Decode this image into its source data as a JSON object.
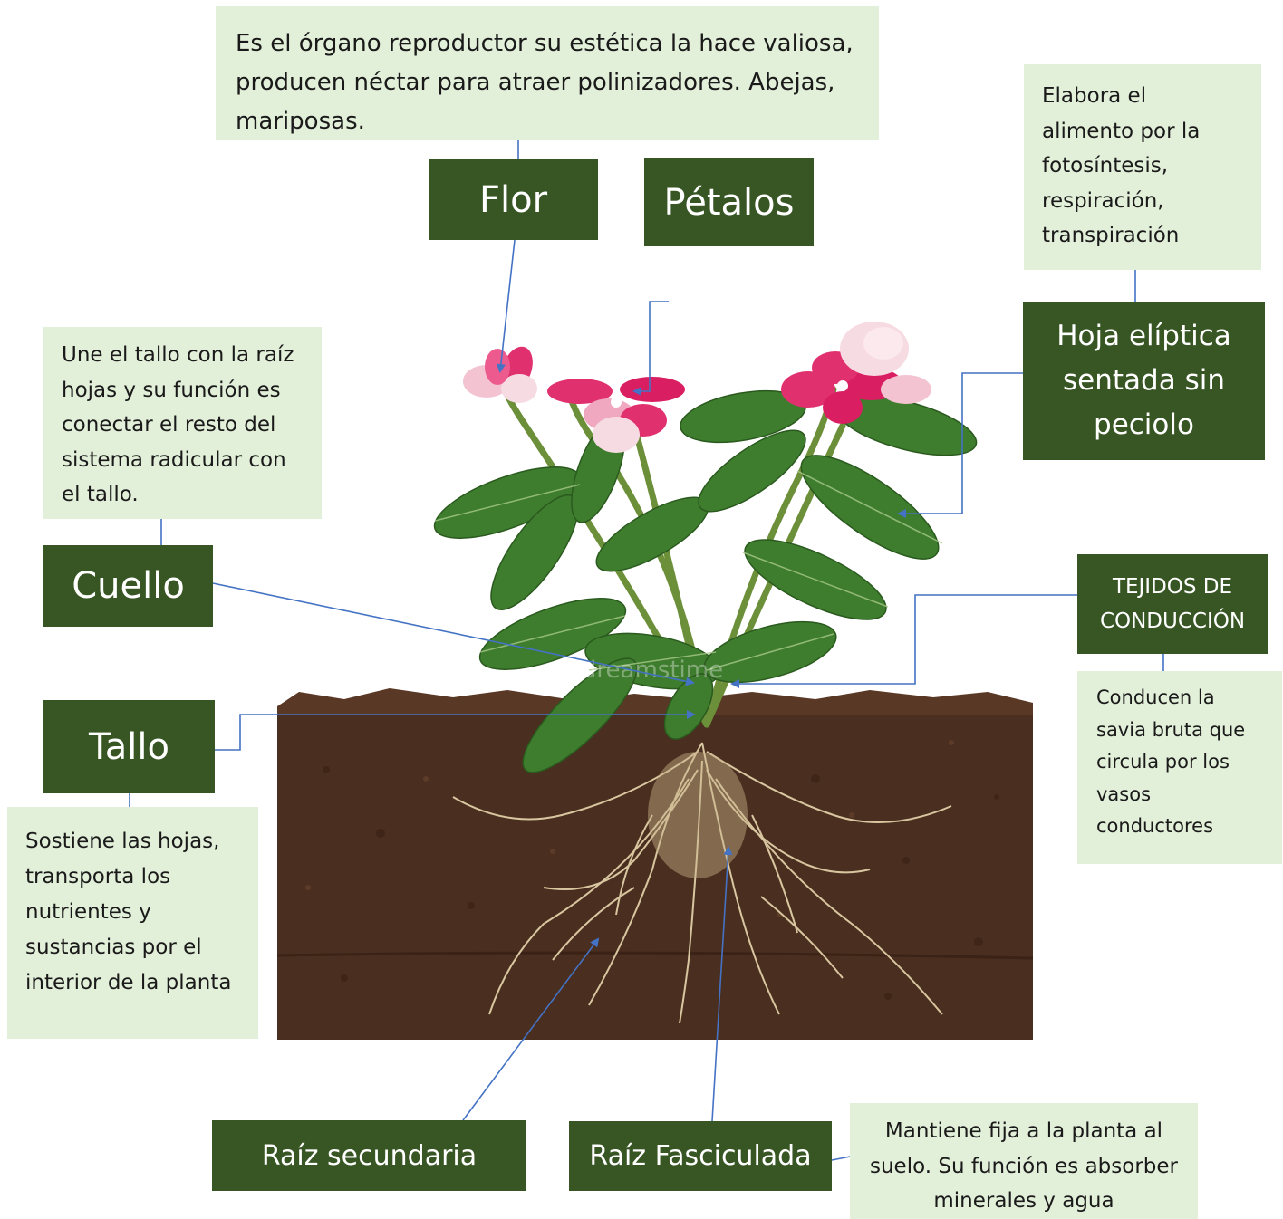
{
  "labels": {
    "flor": "Flor",
    "petalos": "Pétalos",
    "hoja": "Hoja elíptica sentada sin peciolo",
    "cuello": "Cuello",
    "tallo": "Tallo",
    "tejidos": "TEJIDOS DE CONDUCCIÓN",
    "raiz_secundaria": "Raíz secundaria",
    "raiz_fasciculada": "Raíz Fasciculada"
  },
  "notes": {
    "flor": "Es el órgano reproductor su estética la hace valiosa, producen néctar para atraer polinizadores. Abejas, mariposas.",
    "hoja": "Elabora el alimento por la fotosíntesis, respiración, transpiración",
    "cuello": "Une el tallo con la raíz hojas y su función es conectar el resto del sistema radicular con el tallo.",
    "tallo": "Sostiene las hojas, transporta los nutrientes y sustancias por el interior de la planta",
    "tejidos": "Conducen la savia bruta que circula por los vasos conductores",
    "raiz_fasciculada": "Mantiene fija a la planta al suelo. Su función es absorber minerales y agua"
  },
  "image": {
    "watermark": "dreamstime"
  },
  "colors": {
    "label_bg": "#375623",
    "note_bg": "#e2efd9",
    "arrow": "#4472c4"
  }
}
